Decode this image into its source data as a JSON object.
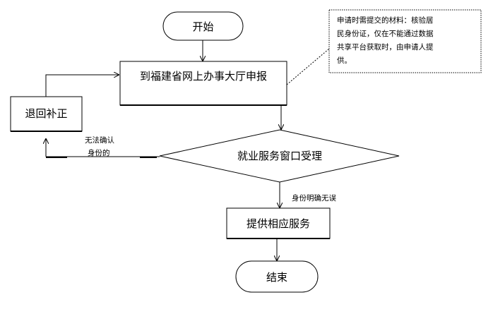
{
  "flowchart": {
    "start": "开始",
    "apply_online": "到福建省网上办事大厅申报",
    "return_correct": "退回补正",
    "window_accept": "就业服务窗口受理",
    "provide_service": "提供相应服务",
    "end": "结束",
    "label_cannot_confirm_line1": "无法确认",
    "label_cannot_confirm_line2": "身份的",
    "label_identity_ok": "身份明确无误",
    "note_line1": "申请时需提交的材料：核验居",
    "note_line2": "民身份证，仅在不能通过数据",
    "note_line3": "共享平台获取时，由申请人提",
    "note_line4": "供。"
  }
}
